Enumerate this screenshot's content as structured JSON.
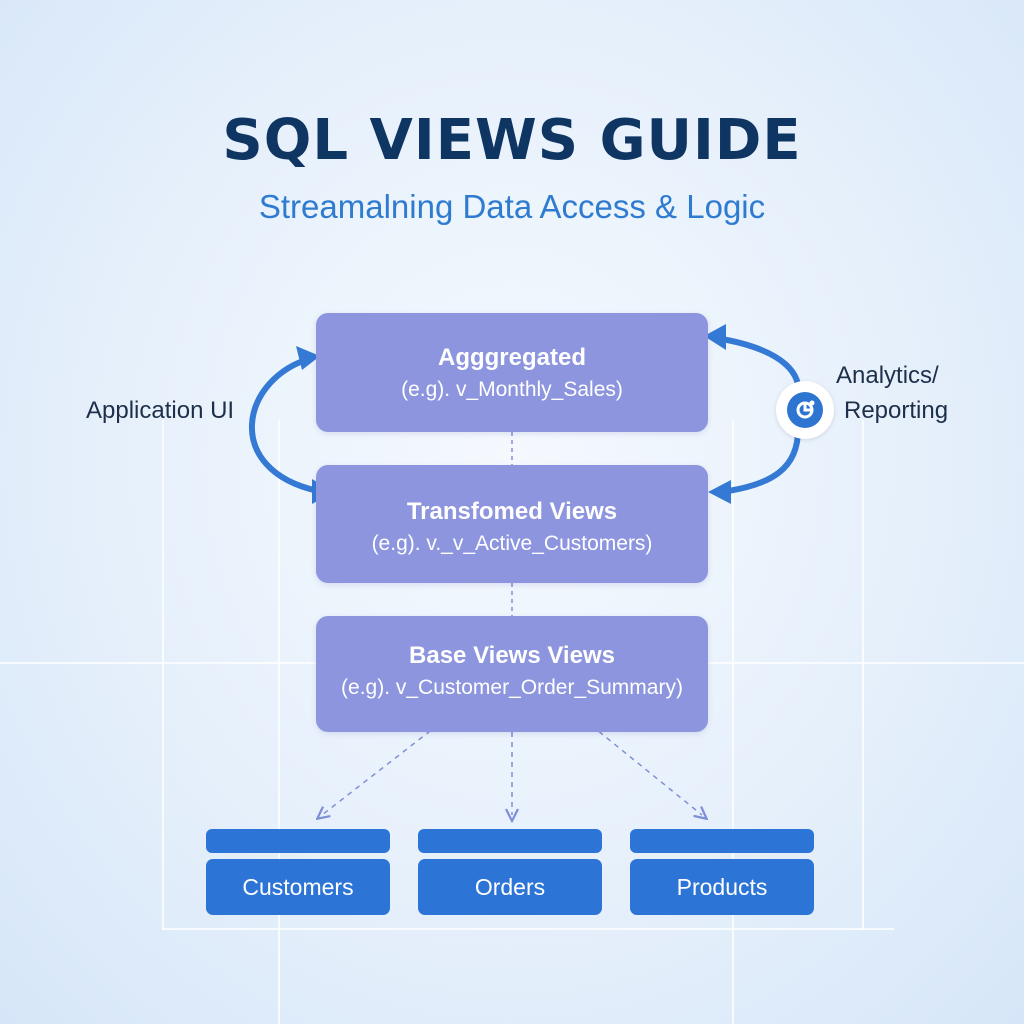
{
  "header": {
    "title": "SQL VIEWS GUIDE",
    "subtitle": "Streamalning Data Access & Logic"
  },
  "layers": [
    {
      "title": "Agggregated",
      "example": "(e.g). v_Monthly_Sales)"
    },
    {
      "title": "Transfomed Views",
      "example": "(e.g). v._v_Active_Customers)"
    },
    {
      "title": "Base Views Views",
      "example": "(e.g). v_Customer_Order_Summary)"
    }
  ],
  "consumers": {
    "left": "Application UI",
    "right_line1": "Analytics/",
    "right_line2": "Reporting"
  },
  "tables": [
    {
      "label": "Customers"
    },
    {
      "label": "Orders"
    },
    {
      "label": "Products"
    }
  ],
  "colors": {
    "title": "#0f3563",
    "subtitle": "#2f7bd0",
    "view_box": "#8c95de",
    "table": "#2d74d7",
    "arrow": "#3479d4"
  },
  "icons": {
    "analytics": "analytics-icon"
  }
}
